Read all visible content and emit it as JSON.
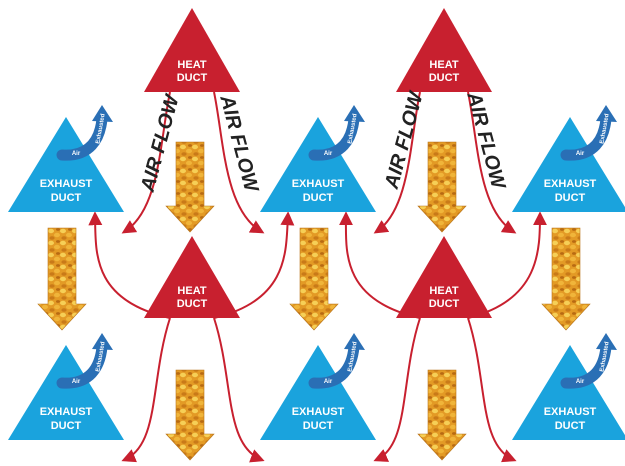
{
  "labels": {
    "heat_line1": "HEAT",
    "heat_line2": "DUCT",
    "exhaust_line1": "EXHAUST",
    "exhaust_line2": "DUCT",
    "air_flow": "AIR FLOW",
    "air": "Air",
    "exhausted": "Exhausted"
  },
  "colors": {
    "heat_duct": "#c8202f",
    "exhaust_duct": "#1aa3dd",
    "exhausted_arrow": "#2a6fb5",
    "air_flow_lines": "#c8202f",
    "grain_light": "#f2c447",
    "grain_dark": "#c27614"
  }
}
